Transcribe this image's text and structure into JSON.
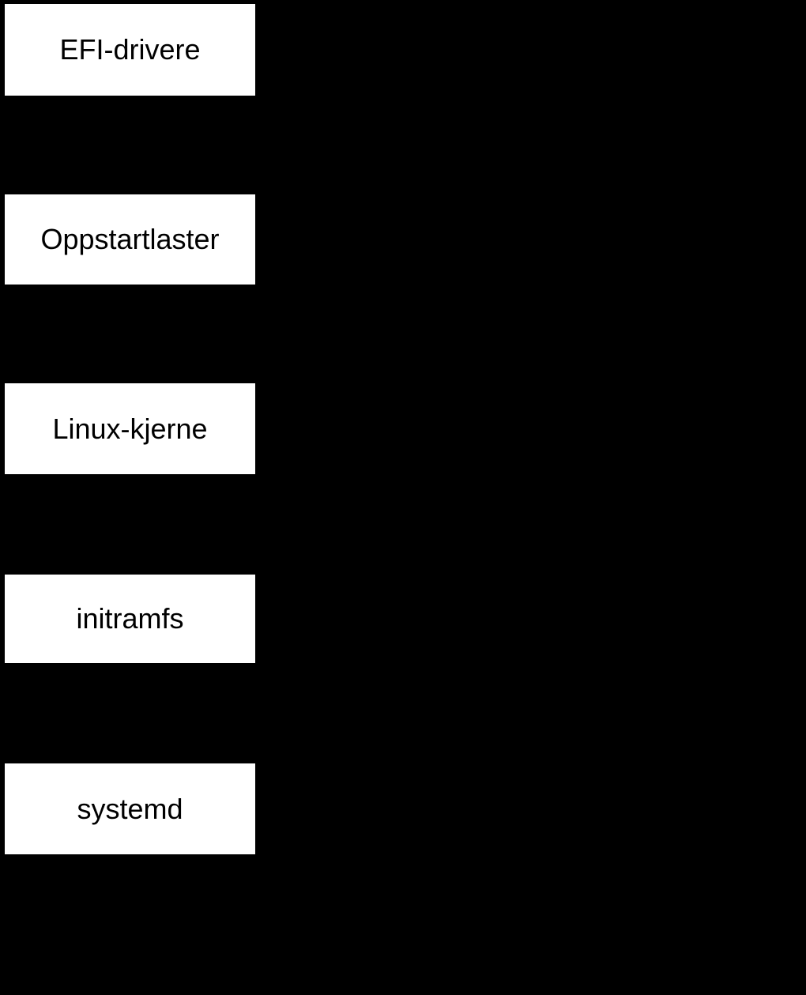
{
  "diagram": {
    "type": "flowchart-vertical",
    "background_color": "#000000",
    "node_fill_color": "#ffffff",
    "node_text_color": "#000000",
    "nodes": [
      {
        "id": "efi-drivere",
        "label": "EFI-drivere"
      },
      {
        "id": "oppstartlaster",
        "label": "Oppstartlaster"
      },
      {
        "id": "linux-kjerne",
        "label": "Linux-kjerne"
      },
      {
        "id": "initramfs",
        "label": "initramfs"
      },
      {
        "id": "systemd",
        "label": "systemd"
      }
    ]
  }
}
